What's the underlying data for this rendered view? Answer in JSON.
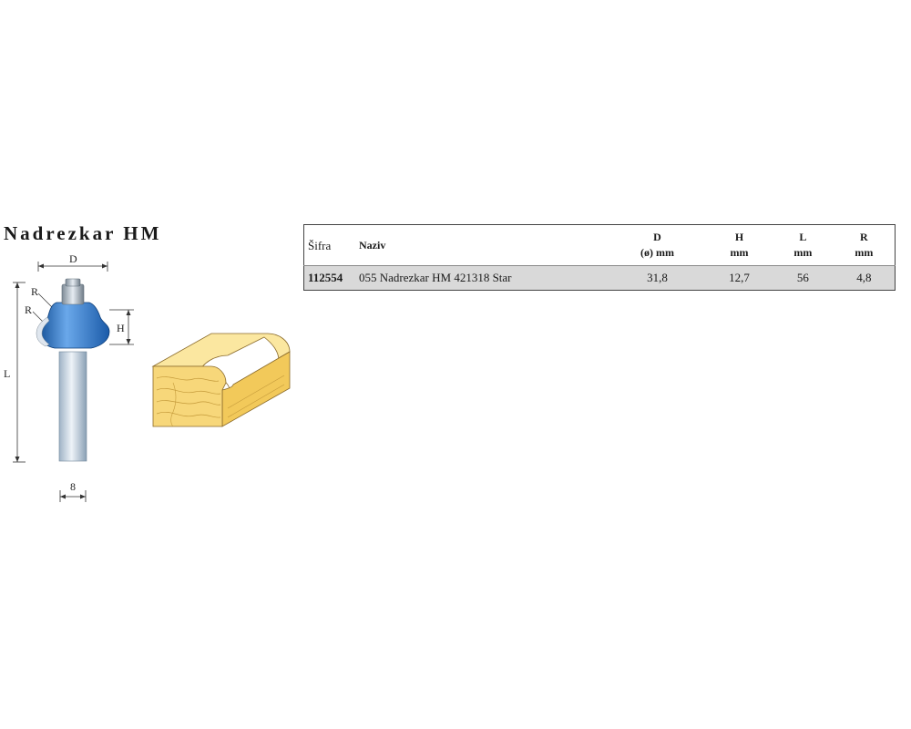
{
  "title": "Nadrezkar HM",
  "diagram": {
    "dim_d": "D",
    "dim_h": "H",
    "dim_l": "L",
    "dim_r_top": "R",
    "dim_r_bottom": "R",
    "dim_shank": "8",
    "colors": {
      "cutter_body": "#1f6fc4",
      "cutter_highlight": "#6aa8ea",
      "shank": "#c9d6e2",
      "wood": "#f7d77a",
      "wood_grain": "#c49a3a"
    }
  },
  "table": {
    "headers": [
      {
        "line1": "Šifra",
        "line2": ""
      },
      {
        "line1": "Naziv",
        "line2": ""
      },
      {
        "line1": "D",
        "line2": "(ø) mm"
      },
      {
        "line1": "H",
        "line2": "mm"
      },
      {
        "line1": "L",
        "line2": "mm"
      },
      {
        "line1": "R",
        "line2": "mm"
      }
    ],
    "rows": [
      {
        "sifra": "112554",
        "naziv": "055 Nadrezkar HM 421318 Star",
        "d": "31,8",
        "h": "12,7",
        "l": "56",
        "r": "4,8"
      }
    ]
  }
}
